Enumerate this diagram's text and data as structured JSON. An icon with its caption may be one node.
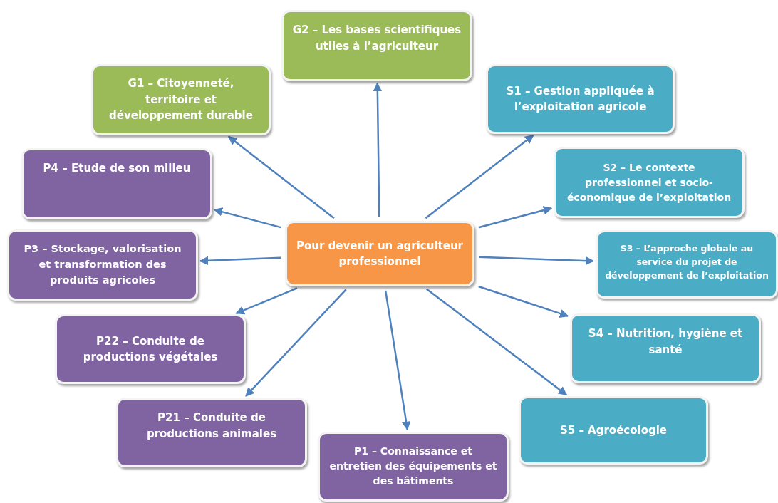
{
  "diagram": {
    "nodes": [
      {
        "text": [
          "Pour devenir un agriculteur professionnel"
        ]
      },
      {
        "text": [
          "G2 – Les bases scientifiques utiles à l’agriculteur"
        ]
      },
      {
        "text": [
          "G1 – Citoyenneté, territoire et développement durable"
        ]
      },
      {
        "text": [
          "S1 – Gestion appliquée à l’exploitation agricole"
        ]
      },
      {
        "text": [
          "S2 – Le contexte professionnel et socio-économique de l’exploitation"
        ]
      },
      {
        "text": [
          "S3 – L’approche globale au service du projet de développement de l’exploitation"
        ]
      },
      {
        "text": [
          "S4 – Nutrition, hygiène et santé"
        ]
      },
      {
        "text": [
          "S5 – Agroécologie"
        ]
      },
      {
        "text": [
          "P1 – Connaissance et entretien des équipements et des bâtiments"
        ]
      },
      {
        "text": [
          "P21 – Conduite de productions animales"
        ]
      },
      {
        "text": [
          "P22 – Conduite de productions végétales"
        ]
      },
      {
        "text": [
          "P3 – Stockage, valorisation et transformation des produits agricoles"
        ]
      },
      {
        "text": [
          "P4 – Etude de son milieu"
        ]
      }
    ],
    "edges": [
      {
        "from": 0,
        "to": 1,
        "arrow": "to"
      },
      {
        "from": 0,
        "to": 2,
        "arrow": "to"
      },
      {
        "from": 0,
        "to": 3,
        "arrow": "to"
      },
      {
        "from": 0,
        "to": 4,
        "arrow": "to"
      },
      {
        "from": 0,
        "to": 5,
        "arrow": "to"
      },
      {
        "from": 0,
        "to": 6,
        "arrow": "to"
      },
      {
        "from": 0,
        "to": 7,
        "arrow": "to"
      },
      {
        "from": 0,
        "to": 8,
        "arrow": "to"
      },
      {
        "from": 0,
        "to": 9,
        "arrow": "to"
      },
      {
        "from": 0,
        "to": 10,
        "arrow": "to"
      },
      {
        "from": 0,
        "to": 11,
        "arrow": "to"
      },
      {
        "from": 0,
        "to": 12,
        "arrow": "to"
      }
    ]
  }
}
